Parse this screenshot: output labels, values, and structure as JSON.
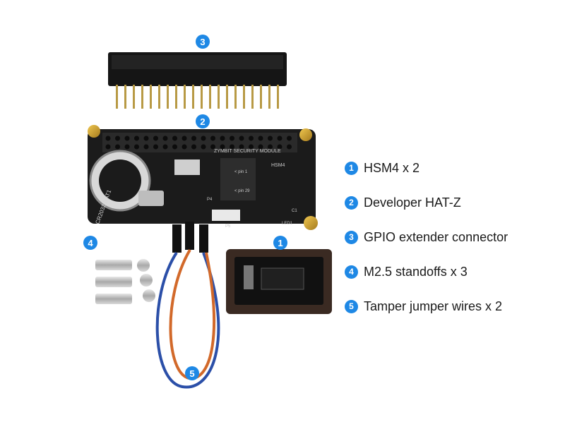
{
  "markers": [
    "1",
    "2",
    "3",
    "4",
    "5"
  ],
  "legend": [
    {
      "num": "1",
      "text": "HSM4 x 2"
    },
    {
      "num": "2",
      "text": "Developer HAT-Z"
    },
    {
      "num": "3",
      "text": "GPIO extender connector"
    },
    {
      "num": "4",
      "text": "M2.5 standoffs x 3"
    },
    {
      "num": "5",
      "text": "Tamper jumper wires x 2"
    }
  ],
  "board": {
    "silkscreen_module": "ZYMBIT SECURITY MODULE",
    "hsm_label": "HSM4",
    "battery_label": "CR2032 BAT1",
    "pin1": "< pin 1",
    "pin29": "< pin 29",
    "p4": "P4",
    "p5": "P5",
    "led1": "LED1",
    "c1": "C1"
  },
  "colors": {
    "accent": "#1e88e5",
    "board": "#1b1b1b",
    "brass": "#c8a032",
    "wire_blue": "#2b4fa8",
    "wire_orange": "#d2692a"
  }
}
